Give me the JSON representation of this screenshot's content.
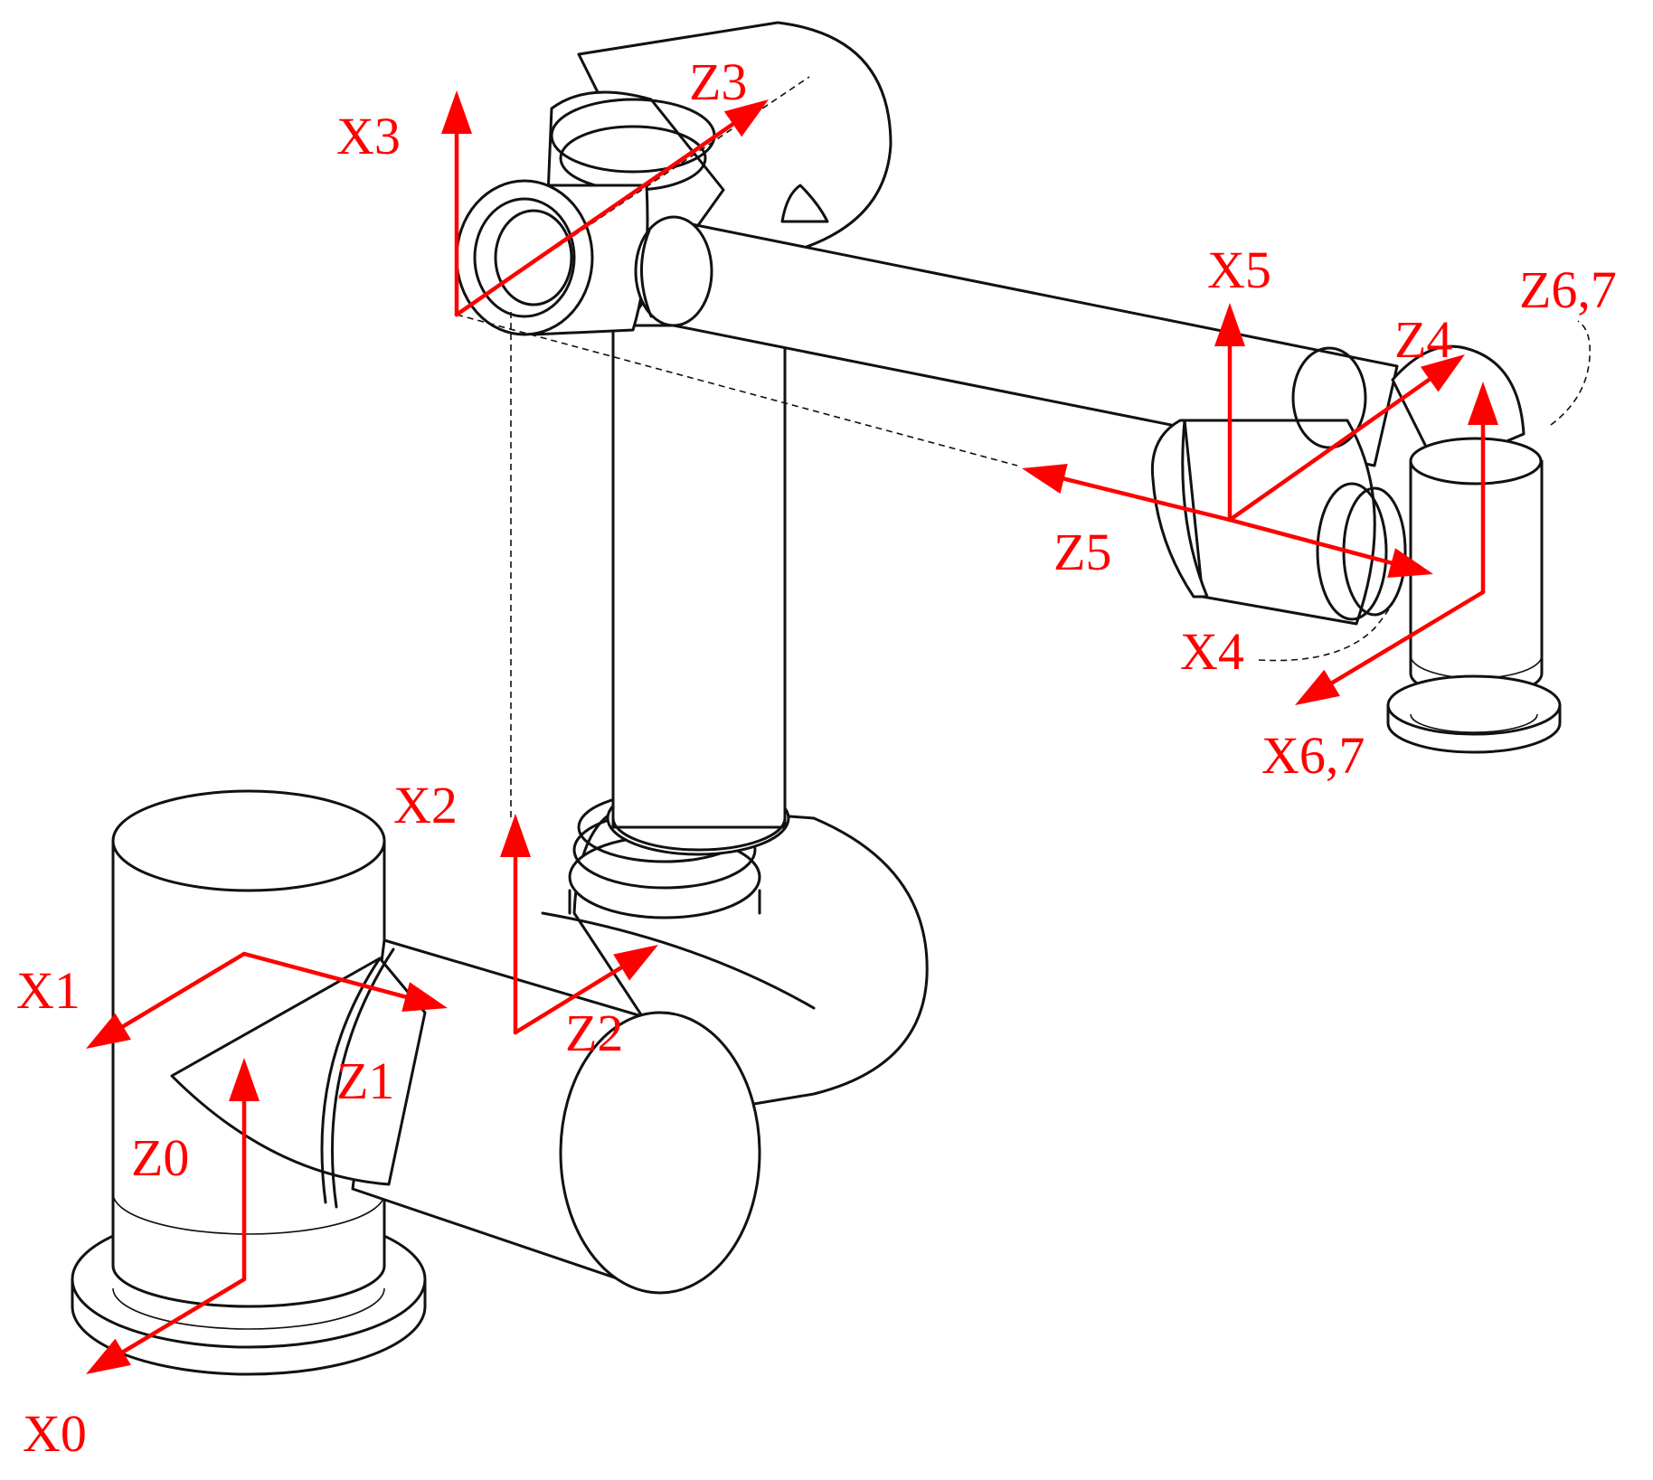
{
  "colors": {
    "axis": "#ff0000",
    "line": "#111111",
    "background": "#ffffff"
  },
  "frames": [
    {
      "label": "X0"
    },
    {
      "label": "Z0"
    },
    {
      "label": "X1"
    },
    {
      "label": "Z1"
    },
    {
      "label": "X2"
    },
    {
      "label": "Z2"
    },
    {
      "label": "X3"
    },
    {
      "label": "Z3"
    },
    {
      "label": "X4"
    },
    {
      "label": "Z4"
    },
    {
      "label": "X5"
    },
    {
      "label": "Z5"
    },
    {
      "label": "X6,7"
    },
    {
      "label": "Z6,7"
    }
  ]
}
